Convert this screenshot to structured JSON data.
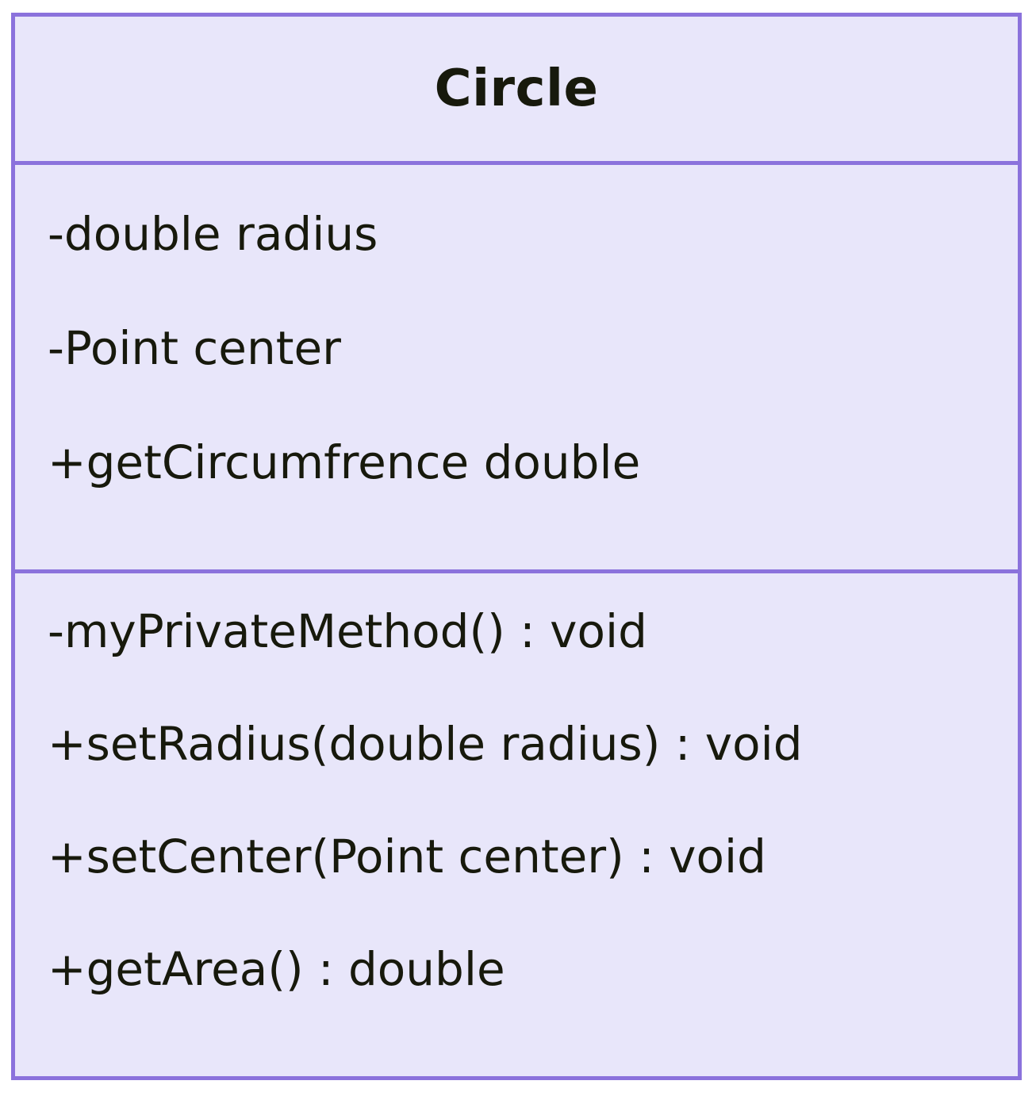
{
  "diagram": {
    "type": "uml-class-diagram",
    "background_color": "#ffffff",
    "class": {
      "name": "Circle",
      "fill_color": "#e8e6fa",
      "border_color": "#8b72dc",
      "text_color": "#17190c",
      "attributes": [
        {
          "visibility": "-",
          "text": "-double radius"
        },
        {
          "visibility": "-",
          "text": "-Point center"
        },
        {
          "visibility": "+",
          "text": "+getCircumfrence double"
        }
      ],
      "methods": [
        {
          "visibility": "-",
          "text": "-myPrivateMethod() : void"
        },
        {
          "visibility": "+",
          "text": "+setRadius(double radius) : void"
        },
        {
          "visibility": "+",
          "text": "+setCenter(Point center) : void"
        },
        {
          "visibility": "+",
          "text": "+getArea() : double"
        }
      ]
    }
  }
}
